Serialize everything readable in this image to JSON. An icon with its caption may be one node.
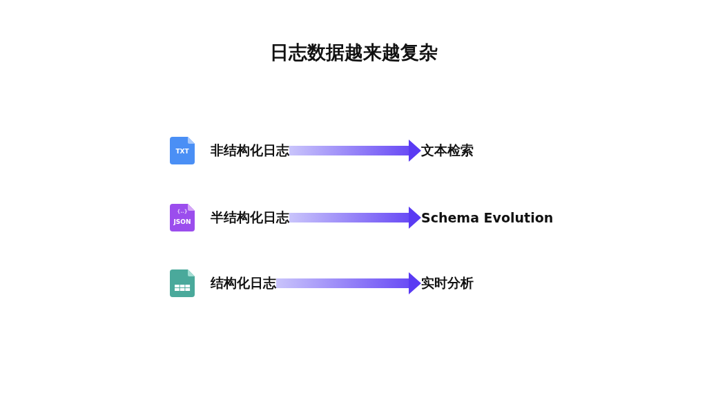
{
  "diagram": {
    "title": "日志数据越来越复杂",
    "nodes": [
      {
        "text": [
          "非结构化日志"
        ]
      },
      {
        "text": [
          "文本检索"
        ]
      },
      {
        "text": [
          "半结构化日志"
        ]
      },
      {
        "text": [
          "Schema Evolution"
        ]
      },
      {
        "text": [
          "结构化日志"
        ]
      },
      {
        "text": [
          "实时分析"
        ]
      }
    ],
    "edges": [
      {
        "from": 0,
        "to": 1,
        "arrow": "to",
        "style": "thick"
      },
      {
        "from": 2,
        "to": 3,
        "arrow": "to",
        "style": "thick"
      },
      {
        "from": 4,
        "to": 5,
        "arrow": "to",
        "style": "thick"
      }
    ],
    "labels": [
      "TXT",
      "{..}",
      "JSON"
    ]
  }
}
